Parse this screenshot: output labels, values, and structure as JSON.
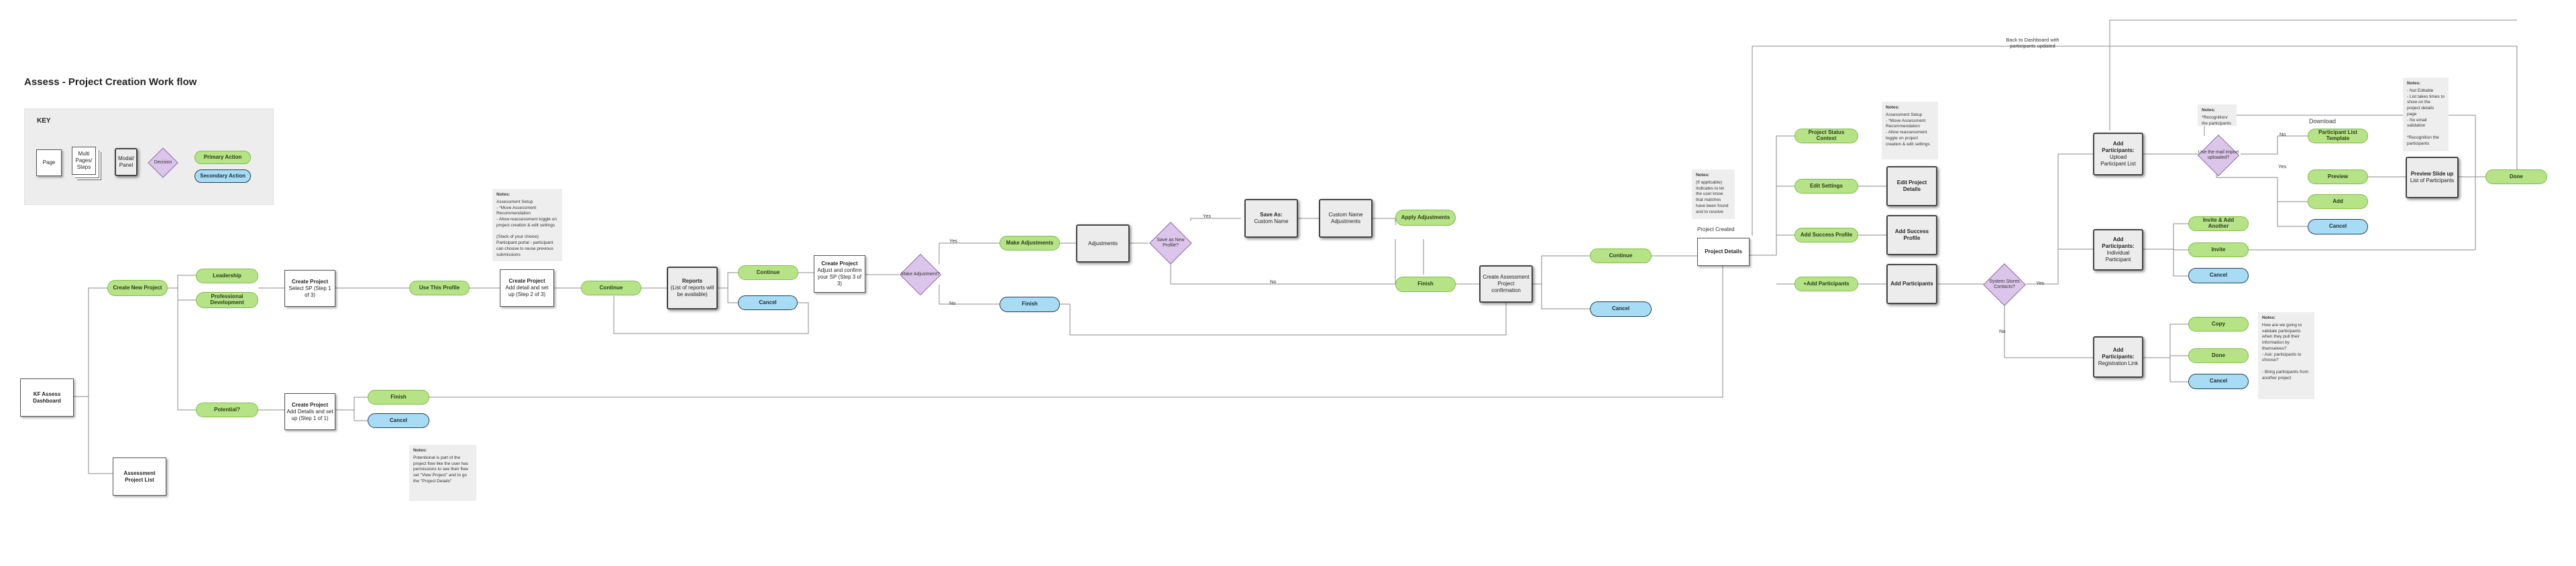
{
  "title": "Assess - Project Creation Work flow",
  "key": {
    "title": "KEY",
    "page": "Page",
    "multi_pages": "Multi Pages/ Steps",
    "modal": "Modal/ Panel",
    "decision": "Decision",
    "primary": "Primary Action",
    "secondary": "Secondary Action"
  },
  "nodes": {
    "kf_assess": "KF Assess Dashboard",
    "assessment_list": "Assessment Project List",
    "create_new_project": "Create New Project",
    "leadership": "Leadership",
    "prof_dev": "Professional Development",
    "potential": "Potential?",
    "create_project_1": "Create Project",
    "create_project_1_sub": "Select SP (Step 1 of 3)",
    "create_project_p1": "Create Project",
    "create_project_p1_sub": "Add Details and set up (Step 1 of 1)",
    "use_this_profile": "Use This Profile",
    "create_project_2": "Create Project",
    "create_project_2_sub": "Add detail and set up (Step 2 of 3)",
    "continue_1": "Continue",
    "reports": "Reports",
    "reports_sub": "(List of reports will be available)",
    "continue_2": "Continue",
    "cancel_1": "Cancel",
    "create_project_3": "Create Project",
    "create_project_3_sub": "Adjust and confirm your SP (Step 3 of 3)",
    "make_adjustment": "Make Adjustment?",
    "make_adjustments_btn": "Make Adjustments",
    "finish_1": "Finish",
    "adjustments": "Adjustments",
    "save_as_new": "Save as New Profile?",
    "save_as": "Save As:",
    "save_as_sub": "Custom Name",
    "custom_name": "Custom Name",
    "custom_name_sub": "Adjustments",
    "apply_adjustments": "Apply Adjustments",
    "finish_2": "Finish",
    "create_assessment": "Create Assessment Project confirmation",
    "continue_3": "Continue",
    "cancel_2": "Cancel",
    "project_created": "Project Created",
    "project_details": "Project Details",
    "project_status": "Project Status Context",
    "edit_settings": "Edit Settings",
    "edit_project_details": "Edit Project Details",
    "add_success_profile_btn": "Add Success Profile",
    "add_success_profile": "Add Success Profile",
    "add_participants_btn": "+Add Participants",
    "add_participants": "Add Participants",
    "system_stores": "System Stores Contacts?",
    "back_to_dashboard": "Back to Dashboard with participants updated",
    "upload_title": "Add Participants:",
    "upload_sub": "Upload Participant List",
    "use_mail_import": "Use the mail import uploaded?",
    "download": "Download",
    "participant_list_template": "Participant List Template",
    "preview": "Preview",
    "add": "Add",
    "cancel_3": "Cancel",
    "preview_slide": "Preview Slide up",
    "preview_slide_sub": "List of Participants",
    "done_1": "Done",
    "individual_title": "Add Participants:",
    "individual_sub": "Individual Participant",
    "invite_add_another": "Invite & Add Another",
    "invite": "Invite",
    "cancel_4": "Cancel",
    "registration_title": "Add Participants:",
    "registration_sub": "Registration Link",
    "copy": "Copy",
    "done_2": "Done",
    "cancel_5": "Cancel",
    "finish_p": "Finish",
    "cancel_p": "Cancel"
  },
  "edge_labels": {
    "yes": "Yes",
    "no": "No"
  },
  "notes": {
    "n1_title": "Notes:",
    "n1_body": "Assessment Setup\n- *Move Assessment Recommendation\n- Allow reassessment toggle on project creation & edit settings\n\n(Stack of your choice) Participant portal - participant can choose to reuse previous submissions",
    "n2_title": "Notes:",
    "n2_body": "Potentional is part of the project flow like the user has permissions to see their flow set \"View Project\" and to go the \"Project Details\"",
    "n3_title": "Notes:",
    "n3_body": "(If applicable) Indicates to let the user know that matches have been found and to resolve",
    "n4_title": "Notes:",
    "n4_body": "Assessment Setup\n- *Move Assessment Recommendation\n- Allow reassessment toggle on project creation & edit settings",
    "n5_title": "Notes:",
    "n5_body": "*Recognition/ the participants",
    "n6_title": "Notes:",
    "n6_body": "- Not Editable\n- List takes times to show on the project details page\n- No email validation\n\n*Recognition the participants",
    "n7_title": "Notes:",
    "n7_body": "How are we going to validate participants when they pull their information by themselves?\n- Ask: participants to choose?\n\n- Bring participants from another project"
  },
  "colors": {
    "primary_fill": "#b5e386",
    "primary_border": "#7cbd46",
    "secondary_fill": "#a8dcf4",
    "secondary_border": "#1f3f58",
    "decision_fill": "#dcc5ea",
    "decision_border": "#8d6aa8",
    "line": "#7a7a7a"
  }
}
